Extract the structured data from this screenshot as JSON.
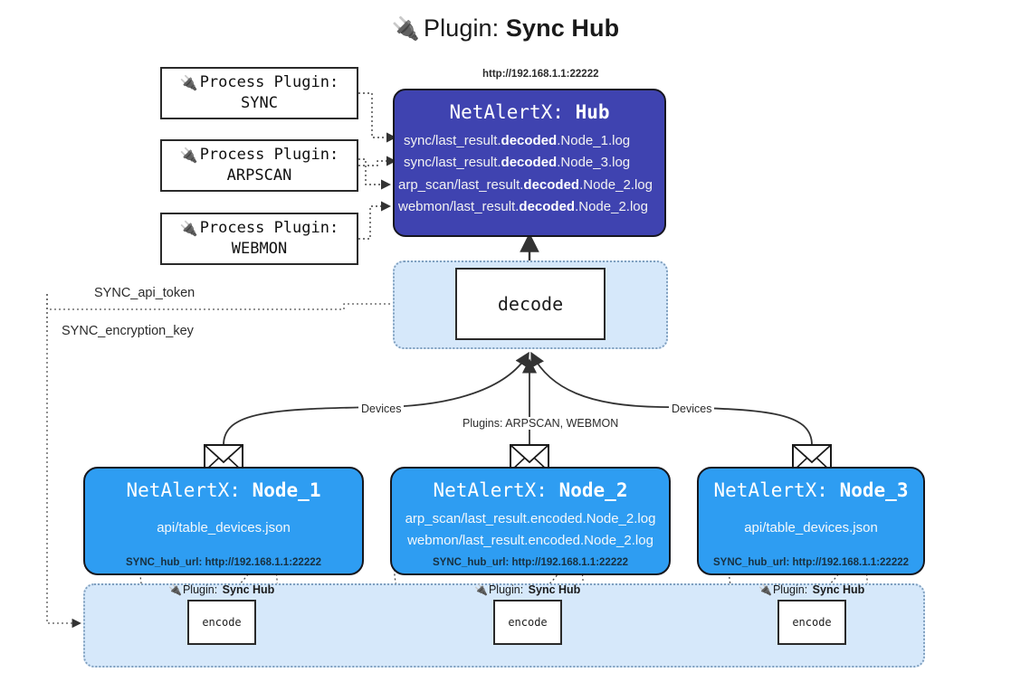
{
  "page": {
    "title_prefix": "Plugin:",
    "title_name": "Sync Hub",
    "plug_icon": "🔌"
  },
  "process_plugins": [
    {
      "label": "Process Plugin:",
      "name": "SYNC"
    },
    {
      "label": "Process Plugin:",
      "name": "ARPSCAN"
    },
    {
      "label": "Process Plugin:",
      "name": "WEBMON"
    }
  ],
  "hub": {
    "url": "http://192.168.1.1:22222",
    "title_prefix": "NetAlertX:",
    "title_name": "Hub",
    "logs": [
      {
        "pre": "sync/last_result.",
        "mid": "decoded",
        "post": ".Node_1.log"
      },
      {
        "pre": "sync/last_result.",
        "mid": "decoded",
        "post": ".Node_3.log"
      },
      {
        "pre": "arp_scan/last_result.",
        "mid": "decoded",
        "post": ".Node_2.log"
      },
      {
        "pre": "webmon/last_result.",
        "mid": "decoded",
        "post": ".Node_2.log"
      }
    ]
  },
  "decode": {
    "label": "decode"
  },
  "config_labels": {
    "api_token": "SYNC_api_token",
    "encryption_key": "SYNC_encryption_key"
  },
  "edge_labels": {
    "devices_left": "Devices",
    "plugins_center": "Plugins: ARPSCAN, WEBMON",
    "devices_right": "Devices"
  },
  "nodes": [
    {
      "title_prefix": "NetAlertX:",
      "title_name": "Node_1",
      "lines": [
        "api/table_devices.json"
      ],
      "footer": "SYNC_hub_url: http://192.168.1.1:22222",
      "envelope_icon": "envelope-icon"
    },
    {
      "title_prefix": "NetAlertX:",
      "title_name": "Node_2",
      "lines": [
        "arp_scan/last_result.encoded.Node_2.log",
        "webmon/last_result.encoded.Node_2.log"
      ],
      "footer": "SYNC_hub_url: http://192.168.1.1:22222",
      "envelope_icon": "envelope-icon"
    },
    {
      "title_prefix": "NetAlertX:",
      "title_name": "Node_3",
      "lines": [
        "api/table_devices.json"
      ],
      "footer": "SYNC_hub_url: http://192.168.1.1:22222",
      "envelope_icon": "envelope-icon"
    }
  ],
  "encoders": [
    {
      "plugin_label": "Plugin:",
      "plugin_name": "Sync Hub",
      "box_label": "encode"
    },
    {
      "plugin_label": "Plugin:",
      "plugin_name": "Sync Hub",
      "box_label": "encode"
    },
    {
      "plugin_label": "Plugin:",
      "plugin_name": "Sync Hub",
      "box_label": "encode"
    }
  ],
  "colors": {
    "hub_fill": "#3f43b0",
    "node_fill": "#2e9df2",
    "container_fill": "#d6e8fa",
    "container_border": "#7f9fbf",
    "stroke": "#2a2a2a"
  }
}
